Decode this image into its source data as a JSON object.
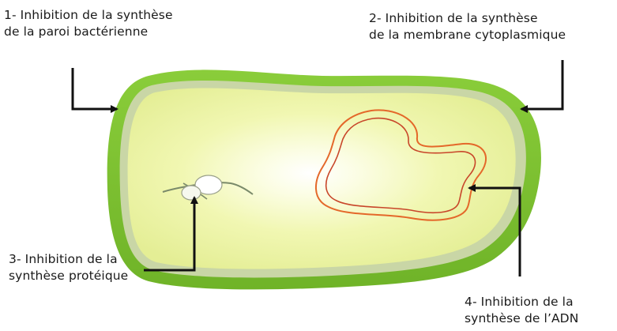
{
  "labels": {
    "cell_wall": {
      "line1": "1- Inhibition de la synthèse",
      "line2": "de la paroi bactérienne"
    },
    "membrane": {
      "line1": "2- Inhibition de la synthèse",
      "line2": "de la membrane cytoplasmique"
    },
    "protein": {
      "line1": "3- Inhibition de la",
      "line2": "synthèse protéique"
    },
    "dna": {
      "line1": "4- Inhibition de la",
      "line2": "synthèse de l’ADN"
    }
  },
  "colors": {
    "cell_wall": "#7dc232",
    "membrane": "#c9d6a6",
    "cytoplasm": "#eef5a8",
    "cytoplasm_center": "#fffff2",
    "dna_outer": "#e4682a",
    "dna_inner": "#c8462a",
    "arrow": "#111111"
  }
}
